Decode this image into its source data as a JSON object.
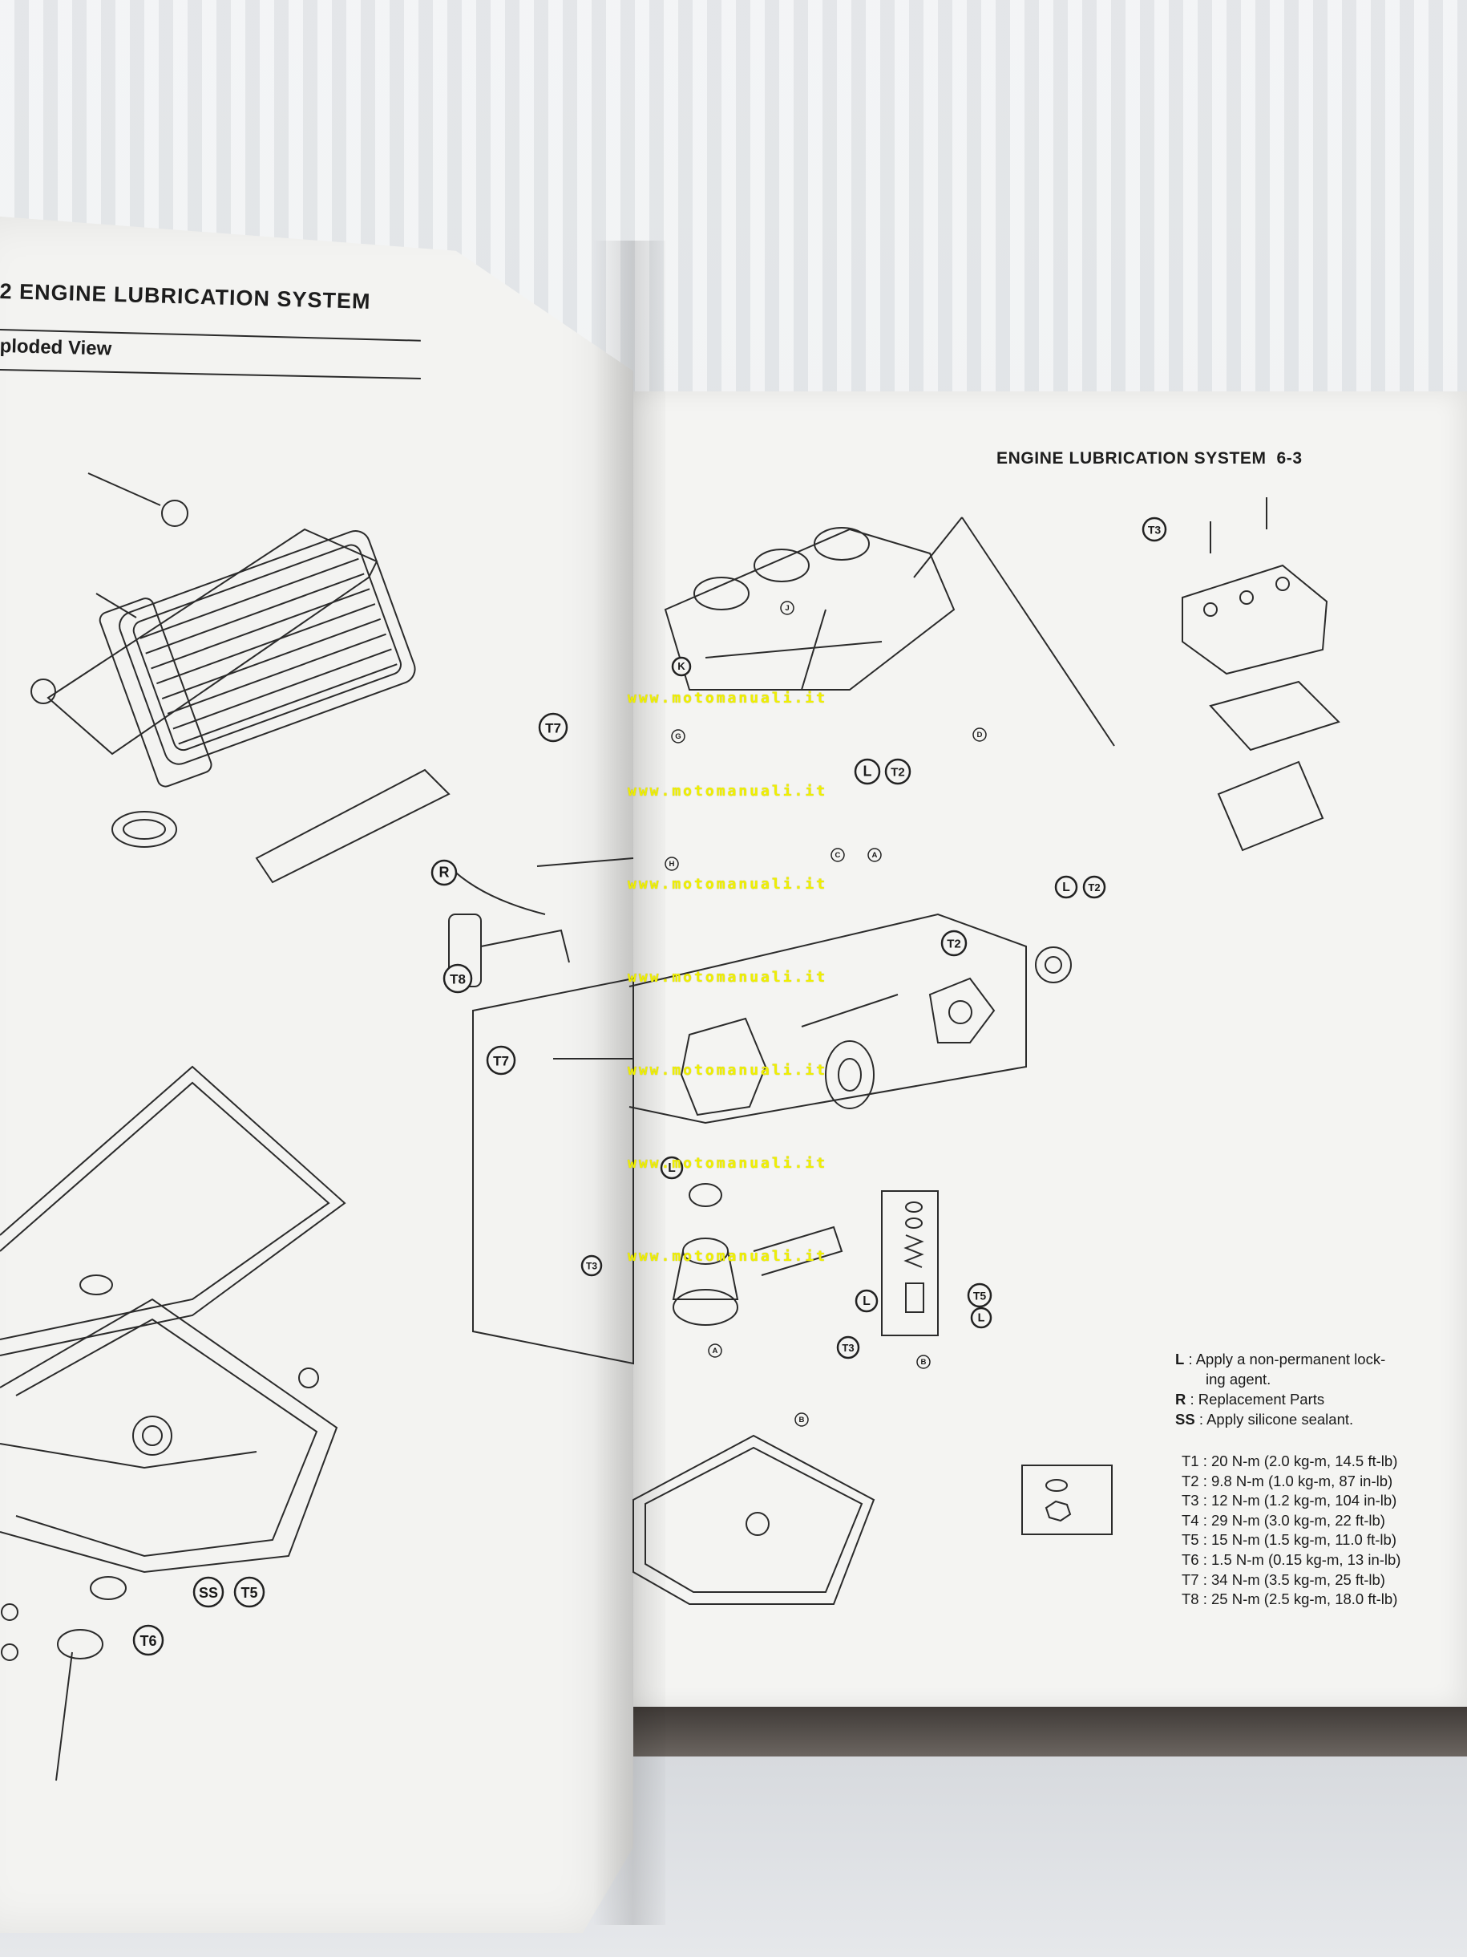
{
  "left_page": {
    "header": "2 ENGINE LUBRICATION SYSTEM",
    "subheader": "ploded View"
  },
  "right_page": {
    "header": "ENGINE LUBRICATION SYSTEM",
    "page_number": "6-3"
  },
  "watermark": "www.motomanuali.it",
  "callouts": [
    "T7",
    "R",
    "T8",
    "T7",
    "SS",
    "T5",
    "T6",
    "L",
    "T2",
    "L",
    "T2",
    "T2",
    "L",
    "T2",
    "T3",
    "T3",
    "L",
    "T3",
    "T5",
    "L",
    "K",
    "G",
    "H",
    "C",
    "A",
    "D",
    "A",
    "B",
    "B",
    "J"
  ],
  "legend": [
    {
      "key": "L",
      "text": ": Apply a non-permanent lock-"
    },
    {
      "key": "",
      "text": "ing agent."
    },
    {
      "key": "R",
      "text": ": Replacement Parts"
    },
    {
      "key": "SS",
      "text": ": Apply silicone sealant."
    }
  ],
  "torque_specs": [
    "T1 : 20 N-m (2.0 kg-m, 14.5 ft-lb)",
    "T2 : 9.8 N-m (1.0 kg-m, 87 in-lb)",
    "T3 : 12 N-m (1.2 kg-m, 104 in-lb)",
    "T4 : 29 N-m (3.0 kg-m, 22 ft-lb)",
    "T5 : 15 N-m (1.5 kg-m, 11.0 ft-lb)",
    "T6 : 1.5 N-m (0.15 kg-m, 13 in-lb)",
    "T7 : 34 N-m (3.5 kg-m, 25 ft-lb)",
    "T8 : 25 N-m (2.5 kg-m, 18.0 ft-lb)"
  ]
}
